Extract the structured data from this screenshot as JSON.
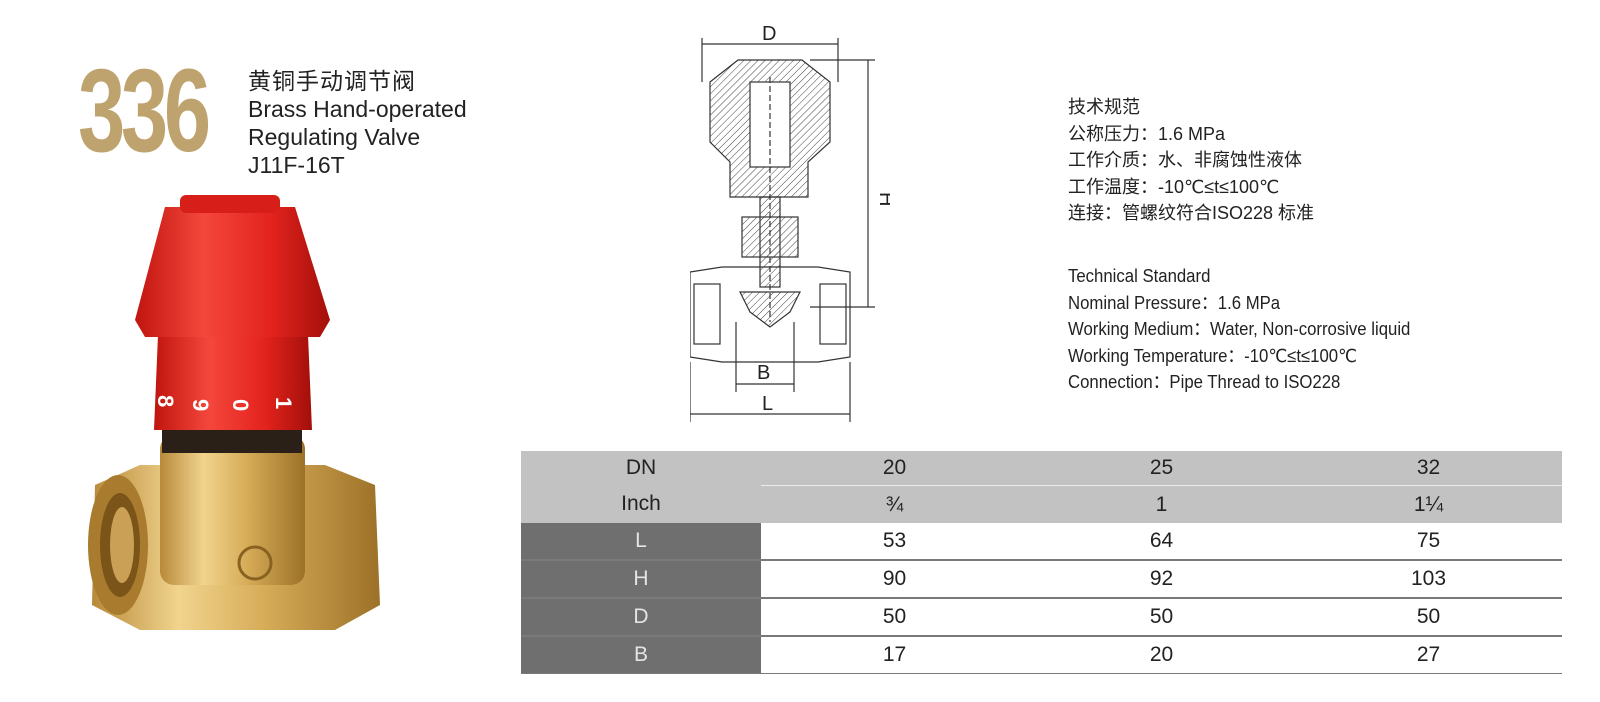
{
  "header": {
    "model_number": "336",
    "title_cn": "黄铜手动调节阀",
    "title_en_line1": "Brass Hand-operated",
    "title_en_line2": "Regulating Valve",
    "model_code": "J11F-16T"
  },
  "diagram": {
    "labels": {
      "d": "D",
      "h": "H",
      "b": "B",
      "l": "L"
    }
  },
  "valve_dial": {
    "digits": [
      "8",
      "9",
      "0",
      "1"
    ]
  },
  "spec_cn": {
    "heading": "技术规范",
    "lines": [
      "公称压力：1.6 MPa",
      "工作介质：水、非腐蚀性液体",
      "工作温度：-10℃≤t≤100℃",
      "连接：管螺纹符合ISO228 标准"
    ]
  },
  "spec_en": {
    "heading": "Technical Standard",
    "lines": [
      "Nominal Pressure：1.6 MPa",
      "Working Medium：Water, Non-corrosive liquid",
      "Working Temperature：-10℃≤t≤100℃",
      "Connection：Pipe Thread to ISO228"
    ]
  },
  "table": {
    "header_row1": [
      "DN",
      "20",
      "25",
      "32"
    ],
    "header_row2": [
      "Inch",
      "¾",
      "1",
      "1¼"
    ],
    "rows": [
      [
        "L",
        "53",
        "64",
        "75"
      ],
      [
        "H",
        "90",
        "92",
        "103"
      ],
      [
        "D",
        "50",
        "50",
        "50"
      ],
      [
        "B",
        "17",
        "20",
        "27"
      ]
    ]
  },
  "colors": {
    "model_gold": "#bfa36e",
    "cap_red": "#e3231d",
    "brass": "#d9b564",
    "table_header": "#c2c2c2",
    "table_label": "#6f6f6f"
  }
}
